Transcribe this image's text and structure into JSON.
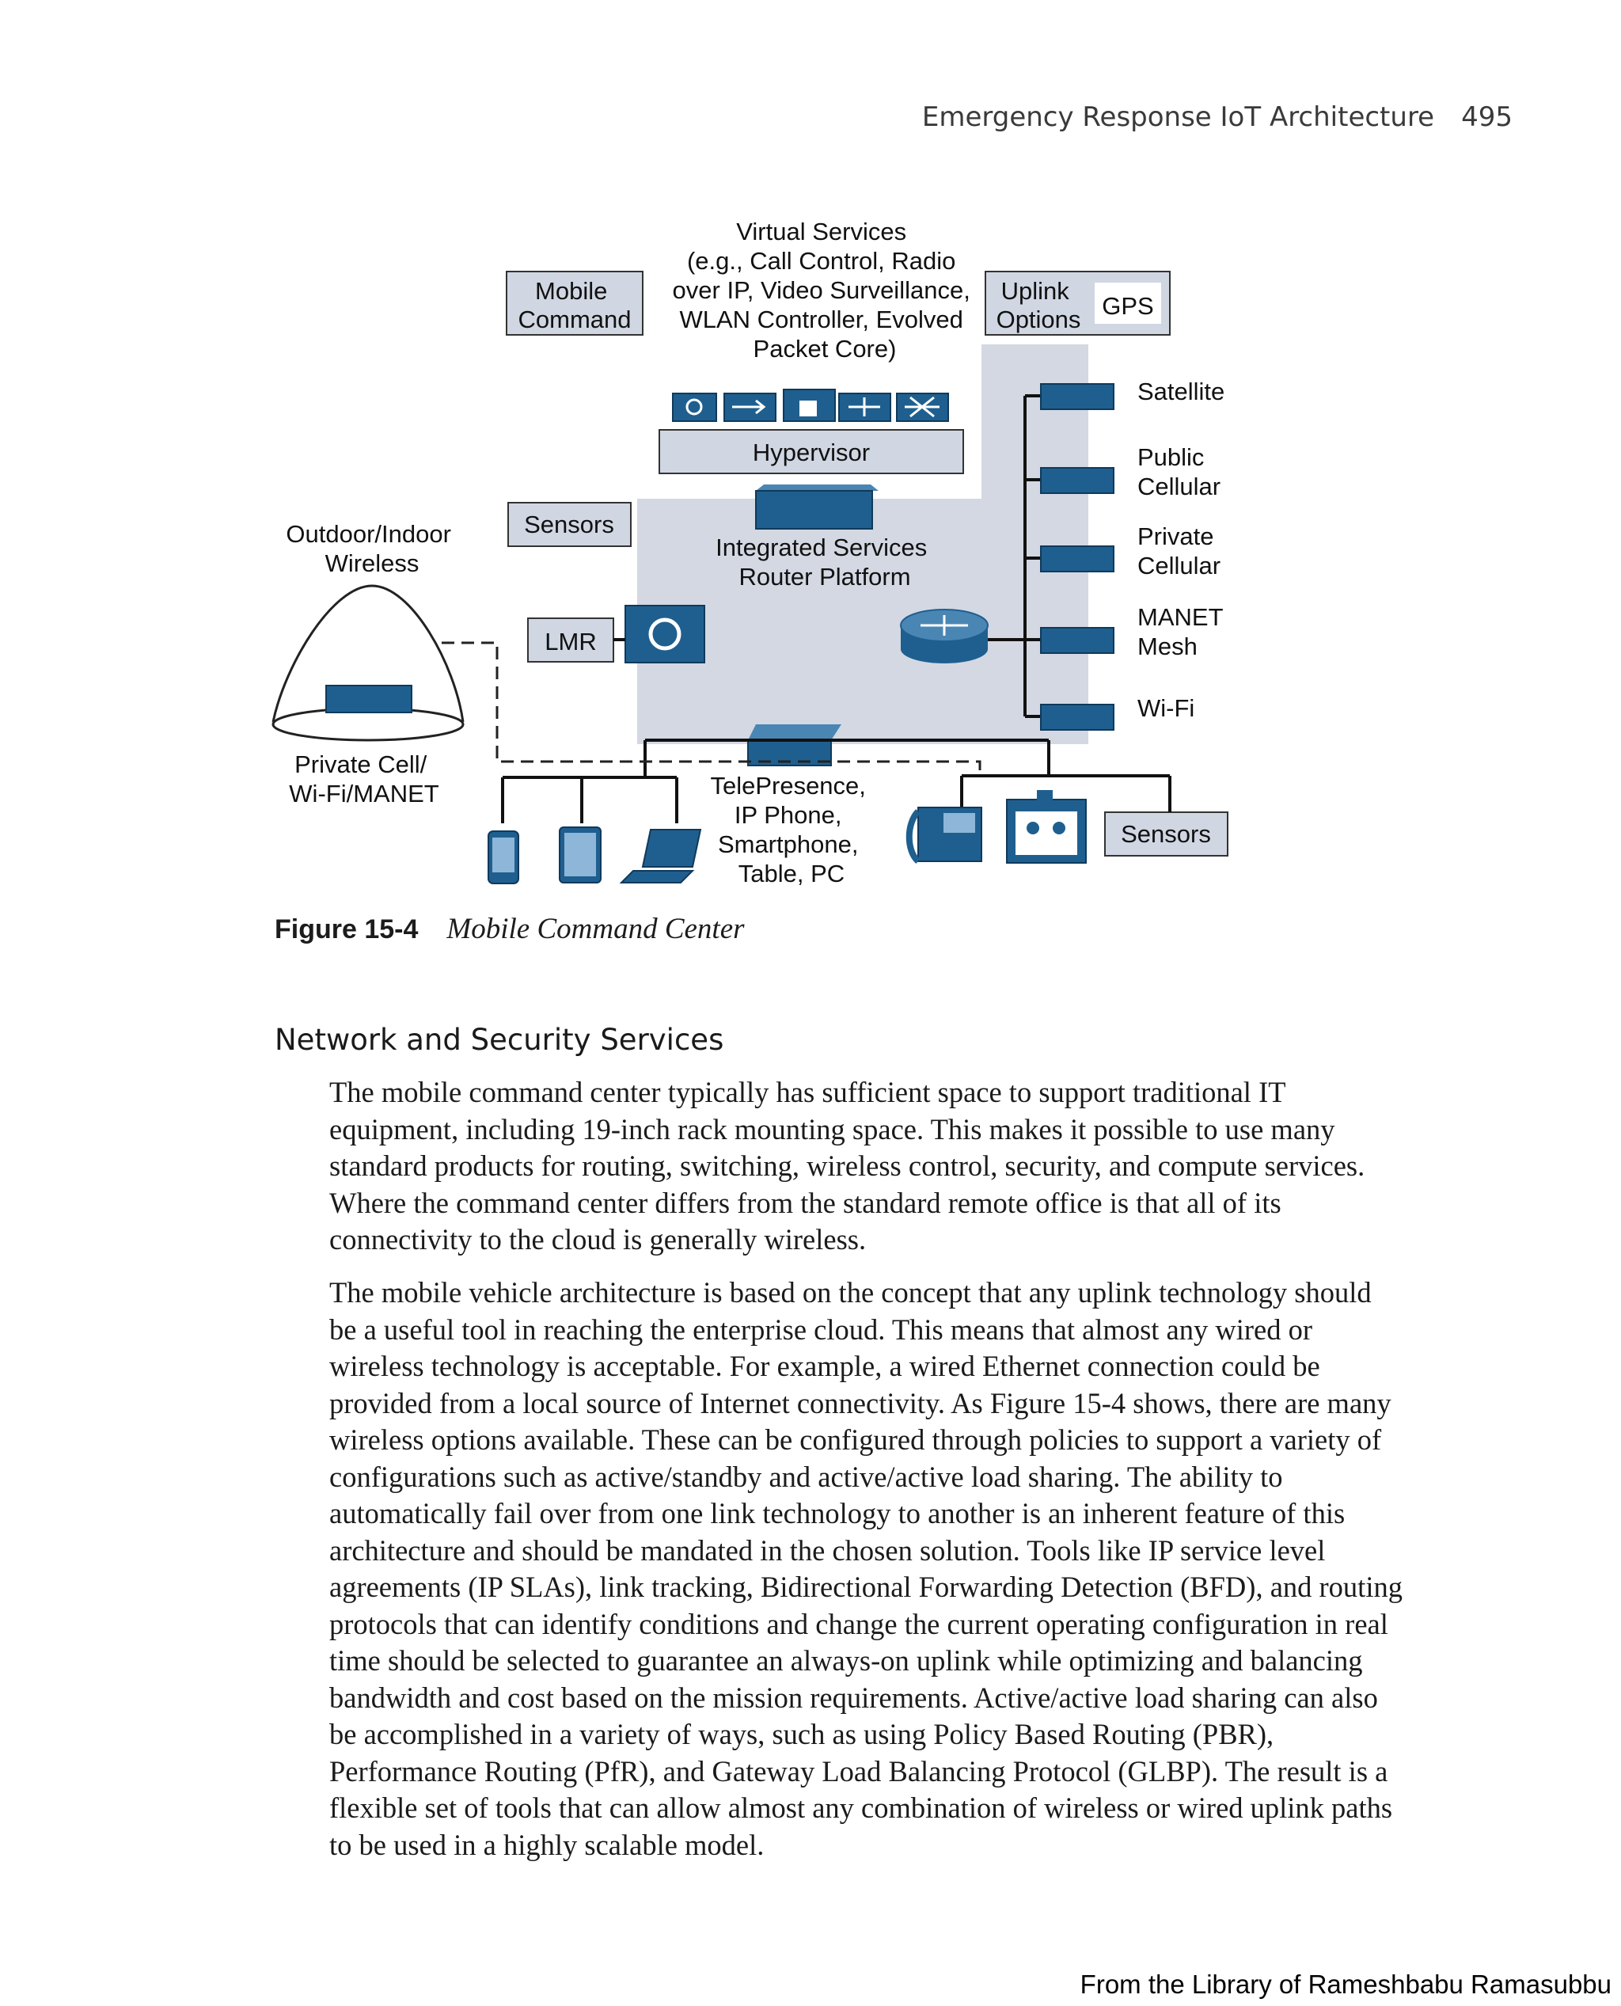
{
  "header": {
    "running_title": "Emergency Response IoT Architecture",
    "page_number": "495"
  },
  "figure": {
    "labels": {
      "mobile_command": [
        "Mobile",
        "Command"
      ],
      "virtual_services": [
        "Virtual Services",
        "(e.g., Call Control, Radio",
        "over IP, Video Surveillance,",
        "WLAN Controller, Evolved",
        "Packet Core)"
      ],
      "uplink_options": [
        "Uplink",
        "Options"
      ],
      "gps": "GPS",
      "hypervisor": "Hypervisor",
      "sensors_top": "Sensors",
      "isr": [
        "Integrated Services",
        "Router Platform"
      ],
      "outdoor_wireless": [
        "Outdoor/Indoor",
        "Wireless"
      ],
      "lmr": "LMR",
      "private_cell": [
        "Private Cell/",
        "Wi-Fi/MANET"
      ],
      "telepresence": [
        "TelePresence,",
        "IP Phone,",
        "Smartphone,",
        "Table, PC"
      ],
      "sensors_bottom": "Sensors",
      "uplinks": [
        [
          "Satellite"
        ],
        [
          "Public",
          "Cellular"
        ],
        [
          "Private",
          "Cellular"
        ],
        [
          "MANET",
          "Mesh"
        ],
        [
          "Wi-Fi"
        ]
      ]
    },
    "caption_number": "Figure 15-4",
    "caption_title": "Mobile Command Center",
    "colors": {
      "device_blue": "#1f5f8f",
      "shade": "#d3d8e3",
      "box_fill": "#d0d6e2"
    },
    "icons": [
      "radio-gateway-icon",
      "router-icon",
      "switch-icon",
      "wireless-gateway-icon",
      "smartphone-icon",
      "tablet-icon",
      "laptop-icon",
      "ip-phone-icon",
      "telepresence-icon",
      "server-icon"
    ]
  },
  "section": {
    "heading": "Network and Security Services",
    "paragraphs": [
      "The mobile command center typically has sufficient space to support traditional IT equipment, including 19-inch rack mounting space. This makes it possible to use many standard products for routing, switching, wireless control, security, and compute services. Where the command center differs from the standard remote office is that all of its connectivity to the cloud is generally wireless.",
      "The mobile vehicle architecture is based on the concept that any uplink technology should be a useful tool in reaching the enterprise cloud. This means that almost any wired or wireless technology is acceptable. For example, a wired Ethernet connection could be provided from a local source of Internet connectivity. As Figure 15-4 shows, there are many wireless options available. These can be configured through policies to support a variety of configurations such as active/standby and active/active load sharing. The ability to automatically fail over from one link technology to another is an inherent feature of this architecture and should be mandated in the chosen solution. Tools like IP service level agreements (IP SLAs), link tracking, Bidirectional Forwarding Detection (BFD), and routing protocols that can identify conditions and change the current operating configuration in real time should be selected to guarantee an always-on uplink while optimizing and balancing bandwidth and cost based on the mission requirements. Active/active load sharing can also be accomplished in a variety of ways, such as using Policy Based Routing (PBR), Performance Routing (PfR), and Gateway Load Balancing Protocol (GLBP). The result is a flexible set of tools that can allow almost any combination of wireless or wired uplink paths to be used in a highly scalable model."
    ]
  },
  "footer": {
    "text": "From the Library of Rameshbabu Ramasubbu"
  }
}
